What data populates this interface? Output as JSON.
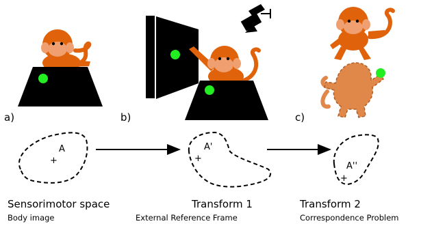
{
  "panels": [
    {
      "label": "a)"
    },
    {
      "label": "b)"
    },
    {
      "label": "c)"
    }
  ],
  "regions": [
    {
      "point_label": "A",
      "caption": "Sensorimotor space",
      "subcaption": "Body image"
    },
    {
      "point_label": "A'",
      "caption": "Transform 1",
      "subcaption": "External Reference Frame"
    },
    {
      "point_label": "A''",
      "caption": "Transform 2",
      "subcaption": "Correspondence Problem"
    }
  ],
  "colors": {
    "monkey": "#e0620a",
    "monkey_face": "#f0a070",
    "monkey_body_light": "#e0884a",
    "green_dot": "#22ee22",
    "table": "#000000",
    "camera": "#000000",
    "mirror": "#000000"
  },
  "icons": [
    "monkey",
    "camera-icon",
    "mirror",
    "table",
    "green-dot"
  ]
}
